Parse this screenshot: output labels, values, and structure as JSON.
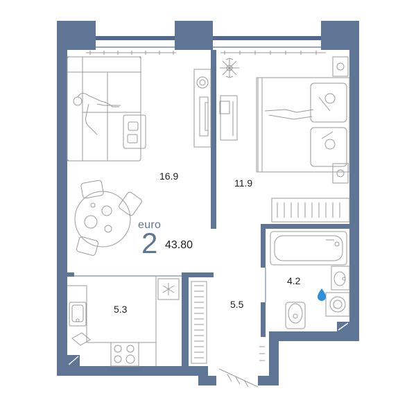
{
  "colors": {
    "wall": "#5e7595",
    "wall_dark": "#52688a",
    "furniture": "#9a9a9a",
    "accent": "#5e7595",
    "drop": "#2f8fd8",
    "text": "#1d1d1d"
  },
  "apartment": {
    "class": "euro",
    "rooms": "2",
    "total_area": "43.80"
  },
  "rooms": [
    {
      "id": "living",
      "area": "16.9"
    },
    {
      "id": "bedroom",
      "area": "11.9"
    },
    {
      "id": "kitchen",
      "area": "5.3"
    },
    {
      "id": "hall",
      "area": "5.5"
    },
    {
      "id": "bathroom",
      "area": "4.2"
    }
  ],
  "icons": [
    "sofa-icon",
    "armchair-icon",
    "dining-table-icon",
    "bed-icon",
    "plant-icon",
    "tv-icon",
    "bathtub-icon",
    "toilet-icon",
    "sink-icon",
    "washing-machine-icon",
    "stove-icon",
    "fridge-snowflake-icon",
    "water-drop-icon",
    "radiator-icon",
    "door-icon"
  ]
}
